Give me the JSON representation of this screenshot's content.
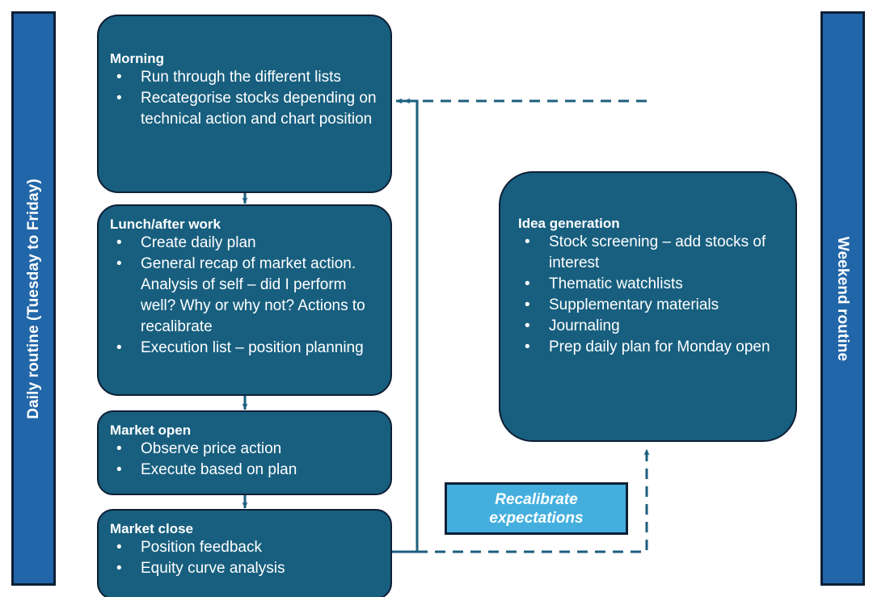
{
  "diagram": {
    "title_left_banner": "Daily routine (Tuesday to Friday)",
    "title_right_banner": "Weekend routine",
    "colors": {
      "banner_fill": "#2166A8",
      "process_box_fill": "#185F7F",
      "callout_fill": "#44ADDE",
      "outline": "#0D1F35",
      "connector": "#1C5E7E",
      "text": "#FFFFFF"
    },
    "boxes": {
      "morning": {
        "title": "Morning",
        "items": [
          "Run through the different lists",
          "Recategorise stocks depending on technical action and chart position"
        ]
      },
      "lunch": {
        "title": "Lunch/after work",
        "items": [
          "Create daily plan",
          "General recap of market action. Analysis of self – did I perform well? Why or why not? Actions to recalibrate",
          "Execution list – position planning"
        ]
      },
      "market_open": {
        "title": "Market open",
        "items": [
          "Observe price action",
          "Execute based on plan"
        ]
      },
      "market_close": {
        "title": "Market close",
        "items": [
          "Position feedback",
          "Equity curve analysis"
        ]
      },
      "idea_generation": {
        "title": "Idea generation",
        "items": [
          "Stock screening – add stocks of interest",
          "Thematic watchlists",
          "Supplementary materials",
          "Journaling",
          "Prep daily plan for Monday open"
        ]
      }
    },
    "callout": {
      "line1": "Recalibrate",
      "line2": "expectations"
    },
    "connectors": [
      {
        "name": "morning-to-lunch",
        "style": "solid",
        "direction": "down"
      },
      {
        "name": "lunch-to-market-open",
        "style": "solid",
        "direction": "down"
      },
      {
        "name": "market-open-to-market-close",
        "style": "solid",
        "direction": "down"
      },
      {
        "name": "market-close-to-morning",
        "style": "solid",
        "direction": "up-left-loop"
      },
      {
        "name": "market-close-to-idea-generation",
        "style": "dashed",
        "direction": "right-up"
      },
      {
        "name": "idea-generation-to-morning",
        "style": "dashed",
        "direction": "left"
      }
    ]
  }
}
